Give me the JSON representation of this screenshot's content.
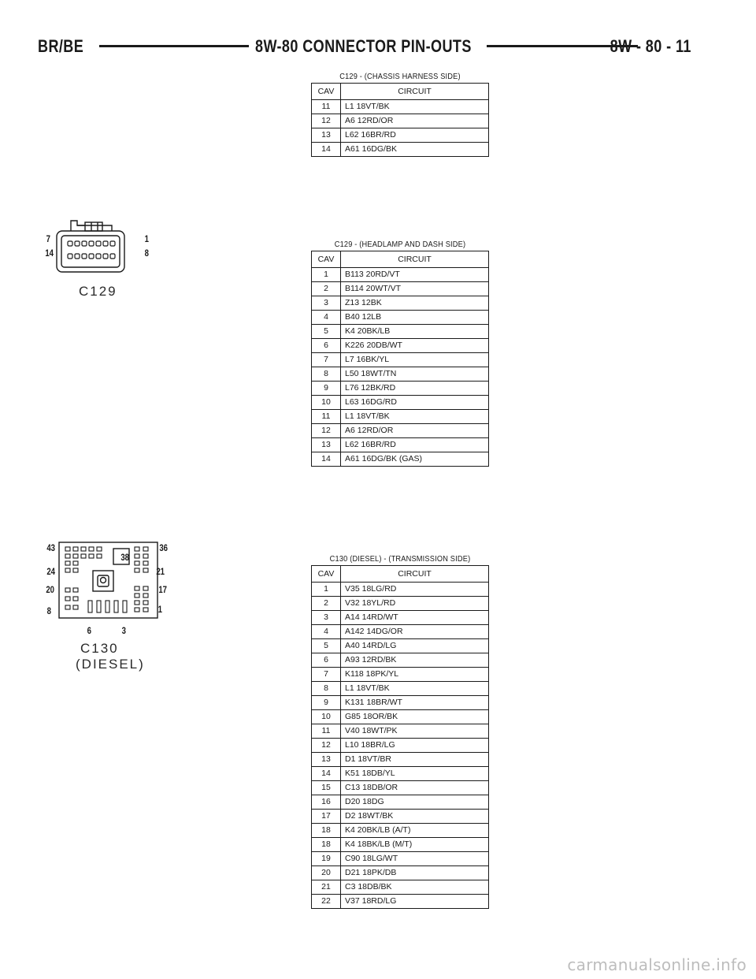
{
  "header": {
    "left": "BR/BE",
    "center": "8W-80 CONNECTOR PIN-OUTS",
    "right": "8W - 80 - 11"
  },
  "columns": {
    "cav": "CAV",
    "circuit": "CIRCUIT"
  },
  "tables": [
    {
      "title": "C129 - (CHASSIS HARNESS SIDE)",
      "rows": [
        [
          "11",
          "L1  18VT/BK"
        ],
        [
          "12",
          "A6  12RD/OR"
        ],
        [
          "13",
          "L62  16BR/RD"
        ],
        [
          "14",
          "A61  16DG/BK"
        ]
      ]
    },
    {
      "title": "C129 - (HEADLAMP AND DASH SIDE)",
      "rows": [
        [
          "1",
          "B113  20RD/VT"
        ],
        [
          "2",
          "B114  20WT/VT"
        ],
        [
          "3",
          "Z13  12BK"
        ],
        [
          "4",
          "B40  12LB"
        ],
        [
          "5",
          "K4  20BK/LB"
        ],
        [
          "6",
          "K226  20DB/WT"
        ],
        [
          "7",
          "L7  16BK/YL"
        ],
        [
          "8",
          "L50  18WT/TN"
        ],
        [
          "9",
          "L76  12BK/RD"
        ],
        [
          "10",
          "L63  16DG/RD"
        ],
        [
          "11",
          "L1  18VT/BK"
        ],
        [
          "12",
          "A6  12RD/OR"
        ],
        [
          "13",
          "L62  16BR/RD"
        ],
        [
          "14",
          "A61  16DG/BK (GAS)"
        ]
      ]
    },
    {
      "title": "C130 (DIESEL) - (TRANSMISSION SIDE)",
      "rows": [
        [
          "1",
          "V35  18LG/RD"
        ],
        [
          "2",
          "V32  18YL/RD"
        ],
        [
          "3",
          "A14  14RD/WT"
        ],
        [
          "4",
          "A142  14DG/OR"
        ],
        [
          "5",
          "A40  14RD/LG"
        ],
        [
          "6",
          "A93  12RD/BK"
        ],
        [
          "7",
          "K118  18PK/YL"
        ],
        [
          "8",
          "L1  18VT/BK"
        ],
        [
          "9",
          "K131  18BR/WT"
        ],
        [
          "10",
          "G85  18OR/BK"
        ],
        [
          "11",
          "V40  18WT/PK"
        ],
        [
          "12",
          "L10  18BR/LG"
        ],
        [
          "13",
          "D1  18VT/BR"
        ],
        [
          "14",
          "K51  18DB/YL"
        ],
        [
          "15",
          "C13  18DB/OR"
        ],
        [
          "16",
          "D20  18DG"
        ],
        [
          "17",
          "D2  18WT/BK"
        ],
        [
          "18",
          "K4  20BK/LB (A/T)"
        ],
        [
          "18",
          "K4  18BK/LB (M/T)"
        ],
        [
          "19",
          "C90  18LG/WT"
        ],
        [
          "20",
          "D21  18PK/DB"
        ],
        [
          "21",
          "C3  18DB/BK"
        ],
        [
          "22",
          "V37  18RD/LG"
        ]
      ]
    }
  ],
  "connectors": {
    "c129": {
      "name": "C129",
      "labels": {
        "tl": "7",
        "tr": "1",
        "bl": "14",
        "br": "8"
      }
    },
    "c130": {
      "name": "C130",
      "subname": "(DIESEL)",
      "center_label": "38",
      "labels": {
        "l43": "43",
        "l24": "24",
        "l20": "20",
        "l8": "8",
        "r36": "36",
        "r21": "21",
        "r17": "17",
        "r1": "1",
        "b6": "6",
        "b3": "3"
      }
    }
  },
  "watermark": "carmanualsonline.info"
}
